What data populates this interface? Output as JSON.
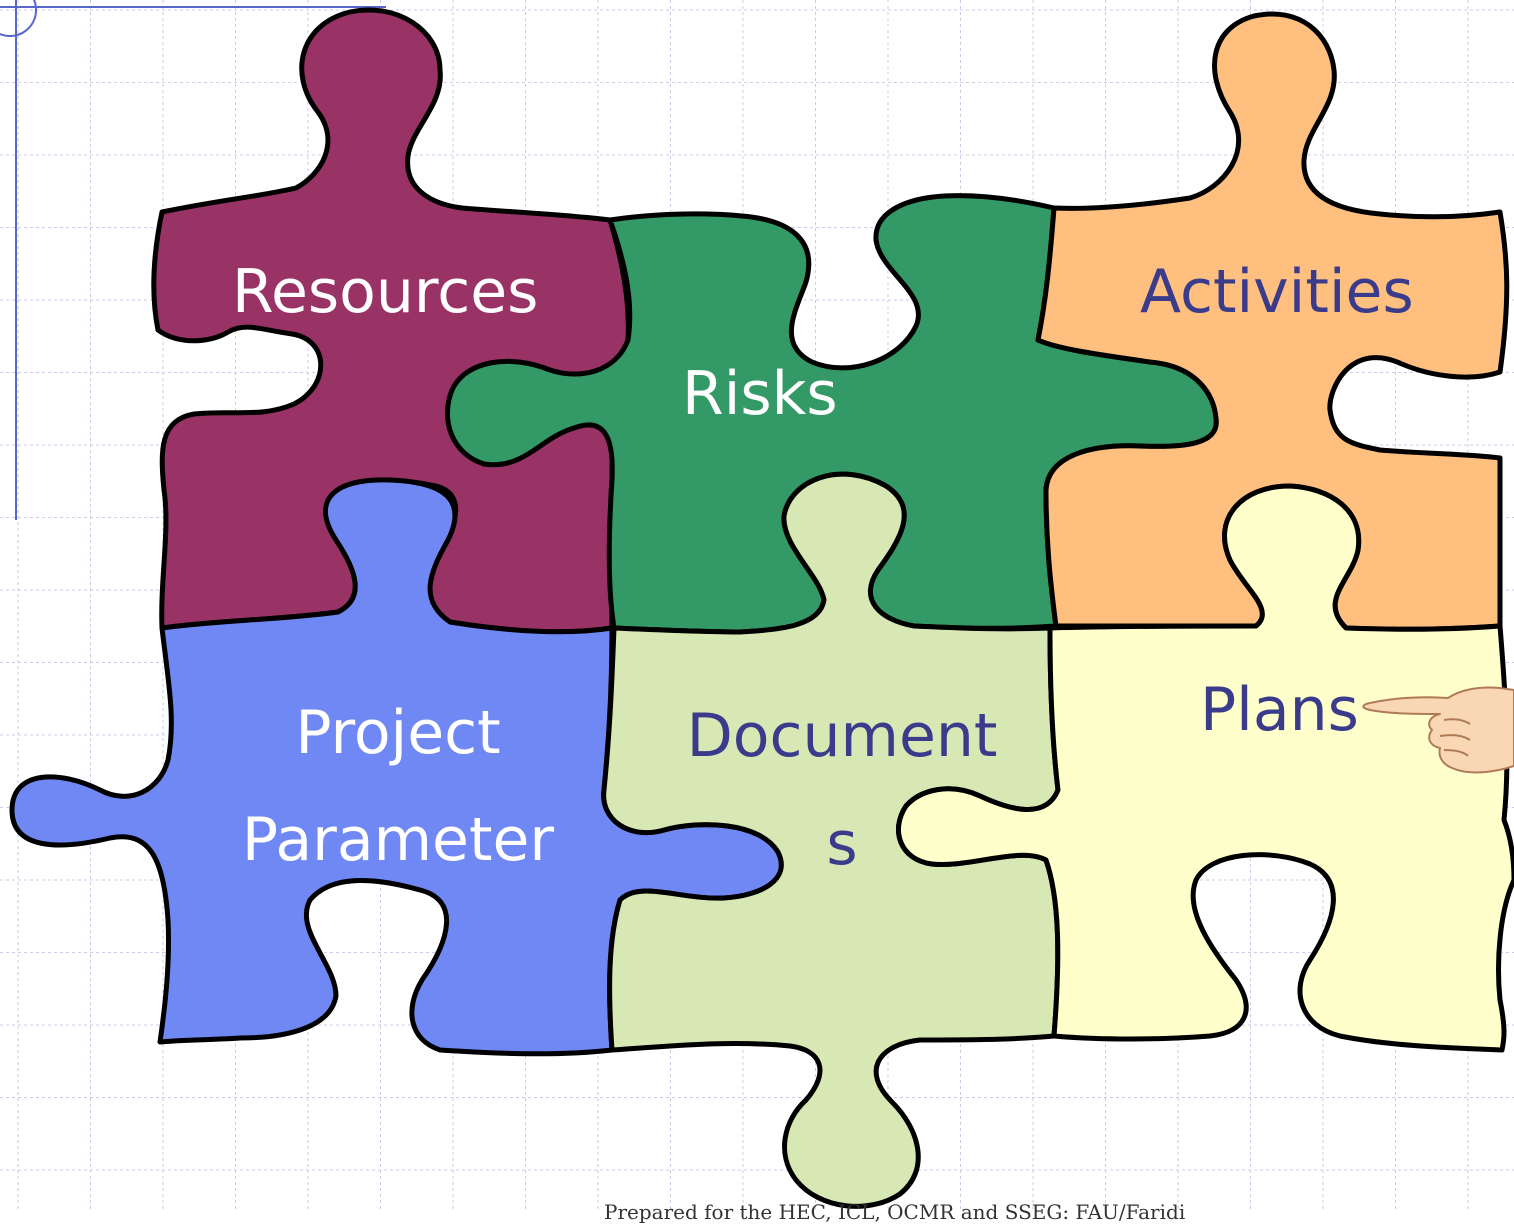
{
  "labels": {
    "resources": "Resources",
    "risks": "Risks",
    "activities": "Activities",
    "project_line1": "Project",
    "project_line2": "Parameter",
    "documents_line1": "Document",
    "documents_line2": "s",
    "plans": "Plans"
  },
  "footer": "Prepared for the HEC, ICL, OCMR and SSEG: FAU/Faridi",
  "colors": {
    "resources": "#993366",
    "risks": "#339966",
    "activities": "#FFBF7F",
    "project": "#6F88F4",
    "documents": "#D8E8B4",
    "plans": "#FFFFCC",
    "light_text": "#FFFFFF",
    "dark_text": "#3B3B8C",
    "grid": "#C9CDE8",
    "accent_line": "#5566CC"
  },
  "icons": {
    "pointer": "pointing-hand-icon"
  }
}
